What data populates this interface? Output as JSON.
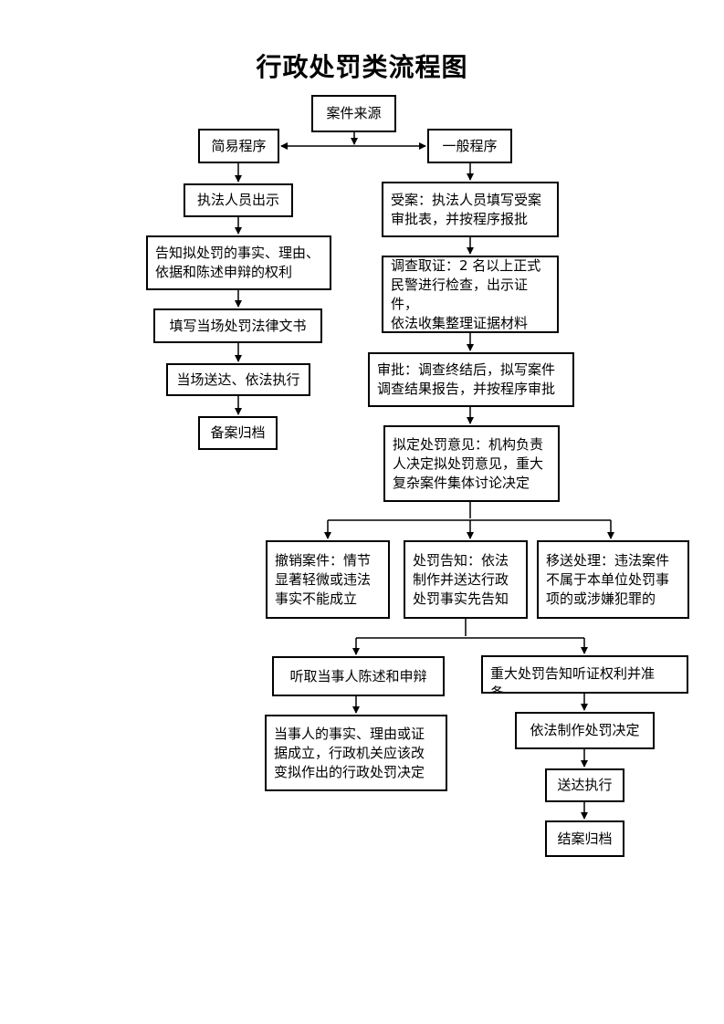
{
  "title": "行政处罚类流程图",
  "nodes": {
    "source": "案件来源",
    "simple": "简易程序",
    "general": "一般程序",
    "s1": "执法人员出示",
    "s2": "告知拟处罚的事实、理由、\n依据和陈述申辩的权利",
    "s3": "填写当场处罚法律文书",
    "s4": "当场送达、依法执行",
    "s5": "备案归档",
    "g1": "受案：执法人员填写受案\n审批表，并按程序报批",
    "g2": "调查取证：2 名以上正式\n民警进行检查，出示证件，\n依法收集整理证据材料",
    "g3": "审批：调查终结后，拟写案件\n调查结果报告，并按程序审批",
    "g4": "拟定处罚意见：机构负责\n人决定拟处罚意见，重大\n复杂案件集体讨论决定",
    "b1": "撤销案件：情节\n显著轻微或违法\n事实不能成立",
    "b2": "处罚告知：依法\n制作并送达行政\n处罚事实先告知",
    "b3": "移送处理：违法案件\n不属于本单位处罚事\n项的或涉嫌犯罪的",
    "h1": "听取当事人陈述和申辩",
    "h2": "重大处罚告知听证权利并准\n备",
    "h3": "当事人的事实、理由或证\n据成立，行政机关应该改\n变拟作出的行政处罚决定",
    "d1": "依法制作处罚决定",
    "d2": "送达执行",
    "d3": "结案归档"
  }
}
